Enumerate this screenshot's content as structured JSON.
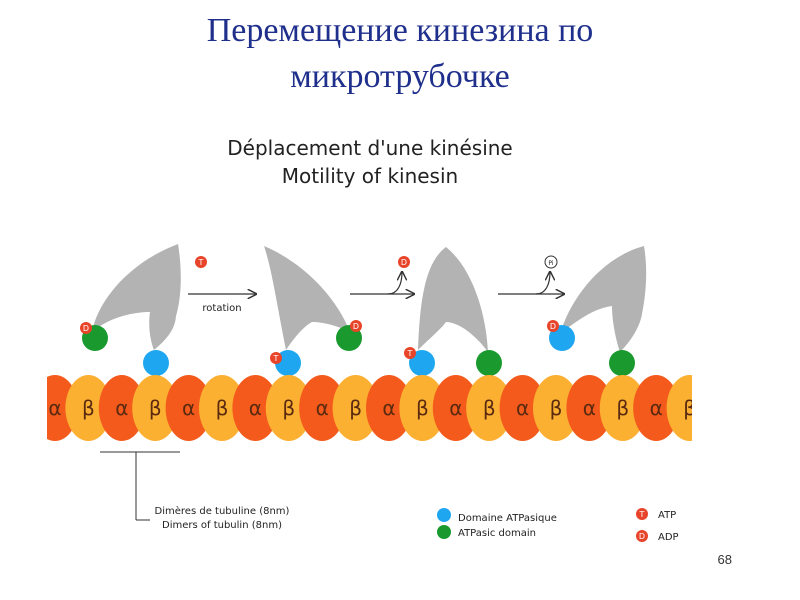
{
  "slide": {
    "title_line1": "Перемещение кинезина по",
    "title_line2": "микротрубочке",
    "page_number": "68"
  },
  "figure": {
    "heading_fr": "Déplacement d'une kinésine",
    "heading_en": "Motility of kinesin",
    "step_label": "rotation",
    "nucleotide_labels": {
      "atp": "T",
      "adp": "D",
      "pi": "Pi"
    },
    "tubulin_sequence": [
      "α",
      "β",
      "α",
      "β",
      "α",
      "β",
      "α",
      "β",
      "α",
      "β",
      "α",
      "β",
      "α",
      "β",
      "α",
      "β",
      "α",
      "β",
      "α",
      "β"
    ],
    "dimer_caption_fr": "Dimères de tubuline (8nm)",
    "dimer_caption_en": "Dimers of tubulin (8nm)",
    "legend": {
      "domain_fr": "Domaine ATPasique",
      "domain_en": "ATPasic domain",
      "atp": "ATP",
      "adp": "ADP"
    },
    "colors": {
      "alpha": "#f45a1c",
      "beta": "#fbb032",
      "head_blue": "#1ea7f0",
      "head_green": "#1a9a2e",
      "nucleotide": "#e8442a",
      "kinesin_body": "#b3b3b3"
    }
  }
}
